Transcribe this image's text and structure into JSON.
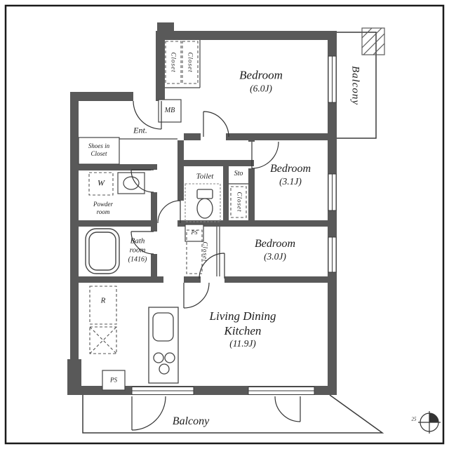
{
  "colors": {
    "wall": "#595959",
    "line": "#2e2e2e",
    "text": "#1c1c1c",
    "background": "#ffffff"
  },
  "rooms": {
    "bedroom_a": {
      "name": "Bedroom",
      "area": "(6.0J)"
    },
    "bedroom_b": {
      "name": "Bedroom",
      "area": "(3.1J)"
    },
    "bedroom_c": {
      "name": "Bedroom",
      "area": "(3.0J)"
    },
    "ldk": {
      "name_line1": "Living Dining",
      "name_line2": "Kitchen",
      "area": "(11.9J)"
    },
    "balcony_side": "Balcony",
    "balcony_bottom": "Balcony",
    "entrance": "Ent.",
    "shoes_closet_line1": "Shoes in",
    "shoes_closet_line2": "Closet",
    "washer": "W",
    "powder_line1": "Powder",
    "powder_line2": "room",
    "toilet": "Toilet",
    "storage": "Sto",
    "bath_line1": "Bath",
    "bath_line2": "room",
    "bath_dim": "(1416)",
    "meter_box": "MB",
    "pipe_shaft_a": "PS",
    "pipe_shaft_b": "PS",
    "refrigerator": "R",
    "closet_a": "Closet",
    "closet_b": "Closet",
    "closet_c": "Closet",
    "closet_d": "Closet",
    "compass_note": "25"
  }
}
